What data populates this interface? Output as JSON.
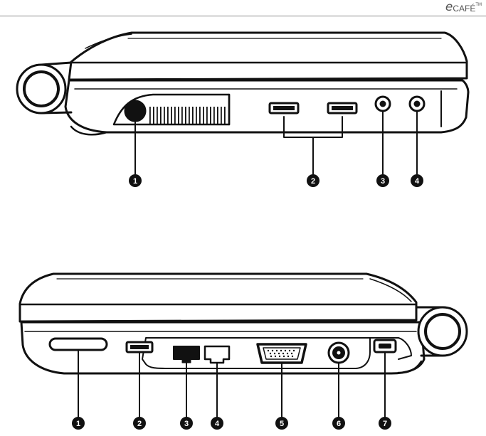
{
  "brand": {
    "prefix": "e",
    "name": "CAFÉ",
    "trademark": "TM"
  },
  "views": [
    {
      "name": "left-side",
      "callouts": [
        "1",
        "2",
        "3",
        "4"
      ]
    },
    {
      "name": "right-side",
      "callouts": [
        "1",
        "2",
        "3",
        "4",
        "5",
        "6",
        "7"
      ]
    }
  ]
}
